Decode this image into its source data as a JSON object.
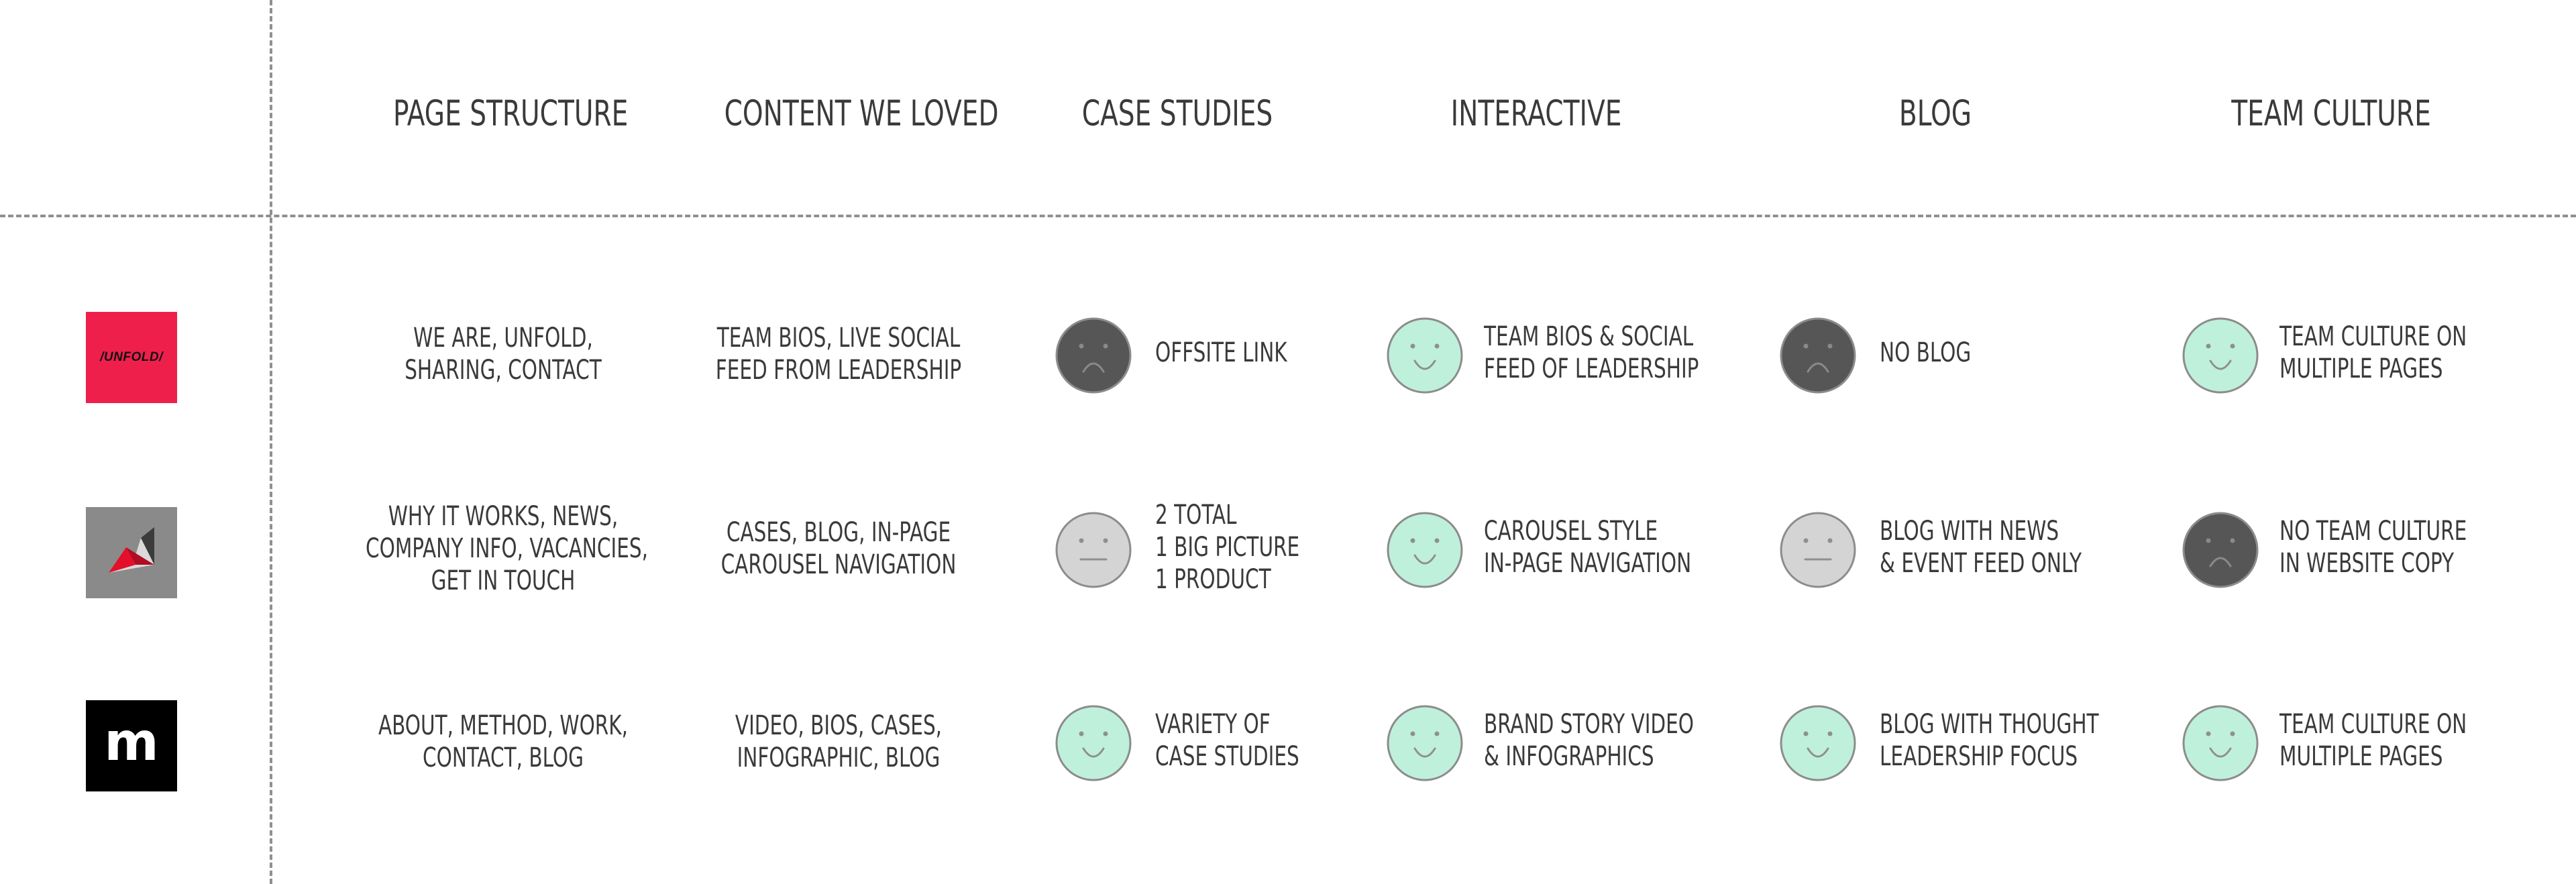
{
  "columns": [
    "PAGE STRUCTURE",
    "CONTENT WE LOVED",
    "CASE STUDIES",
    "INTERACTIVE",
    "BLOG",
    "TEAM CULTURE"
  ],
  "rows": [
    {
      "logo": {
        "type": "unfold",
        "text": "/UNFOLD/",
        "color": "#ef1f4c"
      },
      "page_structure": [
        "WE ARE, UNFOLD,",
        "SHARING, CONTACT"
      ],
      "content_we_loved": [
        "TEAM BIOS, LIVE SOCIAL",
        "FEED FROM LEADERSHIP"
      ],
      "case_studies": {
        "rating": "sad",
        "lines": [
          "OFFSITE LINK"
        ]
      },
      "interactive": {
        "rating": "happy",
        "lines": [
          "TEAM BIOS & SOCIAL",
          "FEED OF LEADERSHIP"
        ]
      },
      "blog": {
        "rating": "sad",
        "lines": [
          "NO BLOG"
        ]
      },
      "team_culture": {
        "rating": "happy",
        "lines": [
          "TEAM CULTURE ON",
          "MULTIPLE PAGES"
        ]
      }
    },
    {
      "logo": {
        "type": "triangle",
        "text": "",
        "color": "#8a8a8a"
      },
      "page_structure": [
        "WHY IT WORKS, NEWS,",
        "COMPANY INFO, VACANCIES,",
        "GET IN TOUCH"
      ],
      "content_we_loved": [
        "CASES, BLOG, IN-PAGE",
        "CAROUSEL NAVIGATION"
      ],
      "case_studies": {
        "rating": "neutral",
        "lines": [
          "2 TOTAL",
          "1 BIG PICTURE",
          "1 PRODUCT"
        ]
      },
      "interactive": {
        "rating": "happy",
        "lines": [
          "CAROUSEL STYLE",
          "IN-PAGE NAVIGATION"
        ]
      },
      "blog": {
        "rating": "neutral",
        "lines": [
          "BLOG WITH NEWS",
          "& EVENT FEED ONLY"
        ]
      },
      "team_culture": {
        "rating": "sad",
        "lines": [
          "NO TEAM CULTURE",
          "IN WEBSITE COPY"
        ]
      }
    },
    {
      "logo": {
        "type": "m",
        "text": "m",
        "color": "#000000"
      },
      "page_structure": [
        "ABOUT, METHOD, WORK,",
        "CONTACT, BLOG"
      ],
      "content_we_loved": [
        "VIDEO, BIOS, CASES,",
        "INFOGRAPHIC, BLOG"
      ],
      "case_studies": {
        "rating": "happy",
        "lines": [
          "VARIETY OF",
          "CASE STUDIES"
        ]
      },
      "interactive": {
        "rating": "happy",
        "lines": [
          "BRAND STORY VIDEO",
          "& INFOGRAPHICS"
        ]
      },
      "blog": {
        "rating": "happy",
        "lines": [
          "BLOG WITH THOUGHT",
          "LEADERSHIP FOCUS"
        ]
      },
      "team_culture": {
        "rating": "happy",
        "lines": [
          "TEAM CULTURE ON",
          "MULTIPLE PAGES"
        ]
      }
    }
  ],
  "face_colors": {
    "happy": "#bff0dc",
    "neutral": "#d4d4d4",
    "sad": "#565656"
  },
  "text_color": "#3a3a3a",
  "line_color": "#8f8f8f"
}
